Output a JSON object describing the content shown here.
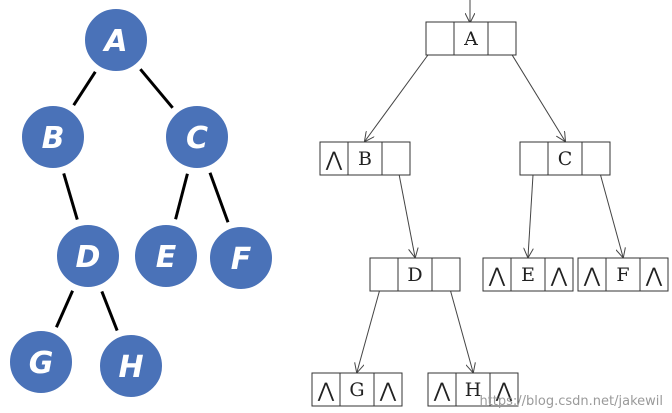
{
  "tree": {
    "nodes": [
      {
        "id": "A",
        "label": "A",
        "parent": null
      },
      {
        "id": "B",
        "label": "B",
        "parent": "A"
      },
      {
        "id": "C",
        "label": "C",
        "parent": "A"
      },
      {
        "id": "D",
        "label": "D",
        "parent": "B"
      },
      {
        "id": "E",
        "label": "E",
        "parent": "C"
      },
      {
        "id": "F",
        "label": "F",
        "parent": "C"
      },
      {
        "id": "G",
        "label": "G",
        "parent": "D"
      },
      {
        "id": "H",
        "label": "H",
        "parent": "D"
      }
    ]
  },
  "linked": {
    "nodes": [
      {
        "id": "A",
        "label": "A",
        "left": "B",
        "right": "C"
      },
      {
        "id": "B",
        "label": "B",
        "left": null,
        "right": "D"
      },
      {
        "id": "C",
        "label": "C",
        "left": "E",
        "right": "F"
      },
      {
        "id": "D",
        "label": "D",
        "left": "G",
        "right": "H"
      },
      {
        "id": "E",
        "label": "E",
        "left": null,
        "right": null
      },
      {
        "id": "F",
        "label": "F",
        "left": null,
        "right": null
      },
      {
        "id": "G",
        "label": "G",
        "left": null,
        "right": null
      },
      {
        "id": "H",
        "label": "H",
        "left": null,
        "right": null
      }
    ],
    "null_symbol": "⋀"
  },
  "watermark": "https://blog.csdn.net/jakewil",
  "colors": {
    "node_fill": "#4a72b8",
    "node_stroke": "#ffffff"
  }
}
